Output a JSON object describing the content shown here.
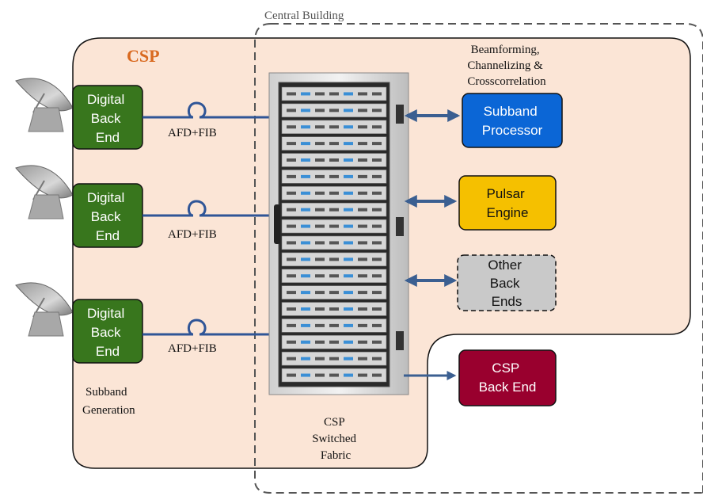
{
  "diagram": {
    "central_building_label": "Central Building",
    "csp_region_label": "CSP",
    "dbe_lines": [
      "Digital",
      "Back",
      "End"
    ],
    "link_label": "AFD+FIB",
    "subband_generation": [
      "Subband",
      "Generation"
    ],
    "fabric_label": [
      "CSP",
      "Switched",
      "Fabric"
    ],
    "beamforming_label": [
      "Beamforming,",
      "Channelizing &",
      "Crosscorrelation"
    ],
    "subband_processor": [
      "Subband",
      "Processor"
    ],
    "pulsar_engine": [
      "Pulsar",
      "Engine"
    ],
    "other_back_ends": [
      "Other",
      "Back",
      "Ends"
    ],
    "csp_back_end": [
      "CSP",
      "Back End"
    ]
  },
  "colors": {
    "csp_region_fill": "#fbe5d6",
    "csp_title": "#d9691f",
    "dbe_fill": "#38761d",
    "subband_processor_fill": "#0b66d6",
    "pulsar_engine_fill": "#f5c000",
    "other_back_ends_fill": "#c9c9c9",
    "csp_back_end_fill": "#99002e",
    "link_color": "#2f5597",
    "arrow_color": "#3b5f91"
  },
  "icons": [
    "satellite-dish-icon",
    "server-rack-icon",
    "fiber-loop-icon"
  ]
}
